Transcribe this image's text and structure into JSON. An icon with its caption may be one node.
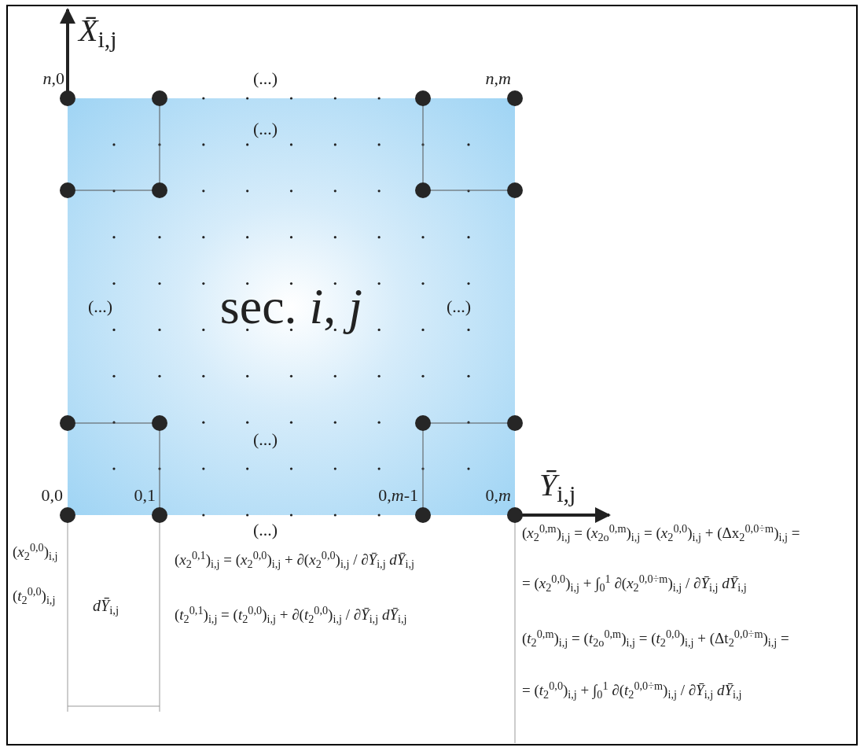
{
  "diagram": {
    "nodes": [
      {
        "text": [
          "sec. *i*, *j*"
        ]
      }
    ],
    "labels": [
      "*X̄*$_{i,j}$",
      "*n*,0",
      "(...)",
      "*n*,*m*",
      "(...)",
      "(...)",
      "(...)",
      "(...)",
      "0,0",
      "0,1",
      "0,*m*-1",
      "0,*m*",
      "*Ȳ*$_{i,j}$",
      "(...)",
      "(*x*$_{2}$$^{0,m}$)$_{i,j}$ = (*x*$_{2o}$$^{0,m}$)$_{i,j}$ = (*x*$_{2}$$^{0,0}$)$_{i,j}$ + (Δx$_{2}$$^{0,0÷m}$)$_{i,j}$ =",
      "(*x*$_{2}$$^{0,0}$)$_{i,j}$",
      "(*x*$_{2}$$^{0,1}$)$_{i,j}$ = (*x*$_{2}$$^{0,0}$)$_{i,j}$ + ∂(*x*$_{2}$$^{0,0}$)$_{i,j}$ / ∂*Ȳ*$_{i,j}$ *dȲ*$_{i,j}$",
      "= (*x*$_{2}$$^{0,0}$)$_{i,j}$ + ∫$_{0}$$^{1}$ ∂(*x*$_{2}$$^{0,0÷m}$)$_{i,j}$ / ∂*Ȳ*$_{i,j}$ *dȲ*$_{i,j}$",
      "(*t*$_{2}$$^{0,0}$)$_{i,j}$",
      "(*t*$_{2}$$^{0,1}$)$_{i,j}$ = (*t*$_{2}$$^{0,0}$)$_{i,j}$ + ∂(*t*$_{2}$$^{0,0}$)$_{i,j}$ / ∂*Ȳ*$_{i,j}$ *dȲ*$_{i,j}$",
      "(*t*$_{2}$$^{0,m}$)$_{i,j}$ = (*t*$_{2o}$$^{0,m}$)$_{i,j}$ = (*t*$_{2}$$^{0,0}$)$_{i,j}$ + (Δt$_{2}$$^{0,0÷m}$)$_{i,j}$ =",
      "= (*t*$_{2}$$^{0,0}$)$_{i,j}$ + ∫$_{0}$$^{1}$ ∂(*t*$_{2}$$^{0,0÷m}$)$_{i,j}$ / ∂*Ȳ*$_{i,j}$ *dȲ*$_{i,j}$",
      "*dȲ*$_{i,j}$"
    ]
  }
}
